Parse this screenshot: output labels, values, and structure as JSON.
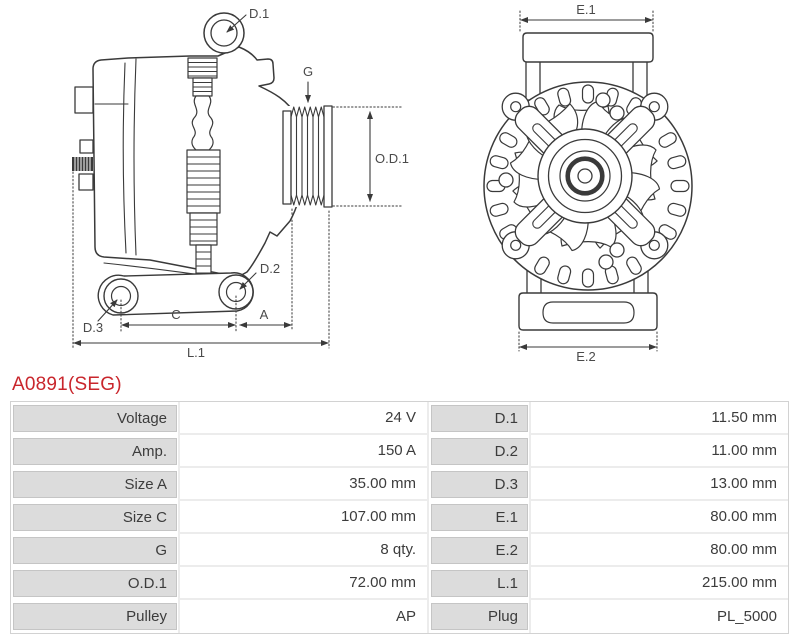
{
  "page": {
    "title": "A0891(SEG)"
  },
  "diagram": {
    "labels": {
      "d1": "D.1",
      "d2": "D.2",
      "d3": "D.3",
      "g": "G",
      "od1": "O.D.1",
      "c": "C",
      "a": "A",
      "l1": "L.1",
      "e1": "E.1",
      "e2": "E.2"
    }
  },
  "spec_table": {
    "rows": [
      {
        "label": "Voltage",
        "value": "24 V",
        "label2": "D.1",
        "value2": "11.50 mm"
      },
      {
        "label": "Amp.",
        "value": "150 A",
        "label2": "D.2",
        "value2": "11.00 mm"
      },
      {
        "label": "Size A",
        "value": "35.00 mm",
        "label2": "D.3",
        "value2": "13.00 mm"
      },
      {
        "label": "Size C",
        "value": "107.00 mm",
        "label2": "E.1",
        "value2": "80.00 mm"
      },
      {
        "label": "G",
        "value": "8 qty.",
        "label2": "E.2",
        "value2": "80.00 mm"
      },
      {
        "label": "O.D.1",
        "value": "72.00 mm",
        "label2": "L.1",
        "value2": "215.00 mm"
      },
      {
        "label": "Pulley",
        "value": "AP",
        "label2": "Plug",
        "value2": "PL_5000"
      }
    ]
  }
}
